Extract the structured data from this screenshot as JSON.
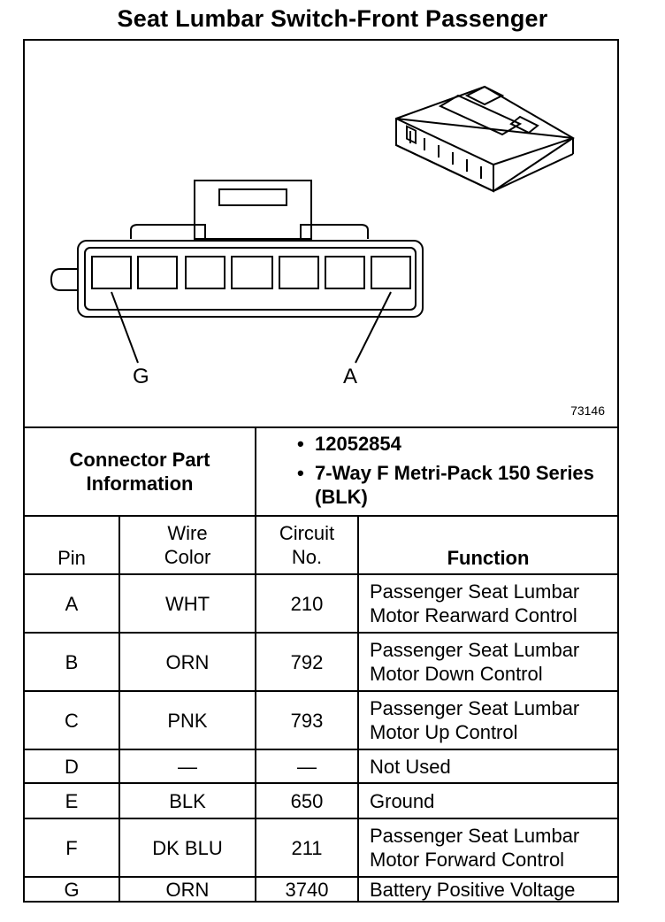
{
  "title": "Seat Lumbar Switch-Front Passenger",
  "diagram": {
    "figure_number": "73146",
    "pin_label_left": "G",
    "pin_label_right": "A"
  },
  "connector_info": {
    "label": "Connector Part Information",
    "items": [
      "12052854",
      "7-Way F Metri-Pack 150 Series (BLK)"
    ]
  },
  "table": {
    "headers": {
      "pin": "Pin",
      "wire_color": "Wire Color",
      "circuit_no": "Circuit No.",
      "function": "Function"
    },
    "rows": [
      {
        "pin": "A",
        "wire_color": "WHT",
        "circuit_no": "210",
        "function": "Passenger Seat Lumbar Motor Rearward Control"
      },
      {
        "pin": "B",
        "wire_color": "ORN",
        "circuit_no": "792",
        "function": "Passenger Seat Lumbar Motor Down Control"
      },
      {
        "pin": "C",
        "wire_color": "PNK",
        "circuit_no": "793",
        "function": "Passenger Seat Lumbar Motor Up Control"
      },
      {
        "pin": "D",
        "wire_color": "—",
        "circuit_no": "—",
        "function": "Not Used"
      },
      {
        "pin": "E",
        "wire_color": "BLK",
        "circuit_no": "650",
        "function": "Ground"
      },
      {
        "pin": "F",
        "wire_color": "DK BLU",
        "circuit_no": "211",
        "function": "Passenger Seat Lumbar Motor Forward Control"
      },
      {
        "pin": "G",
        "wire_color": "ORN",
        "circuit_no": "3740",
        "function": "Battery Positive Voltage"
      }
    ]
  }
}
